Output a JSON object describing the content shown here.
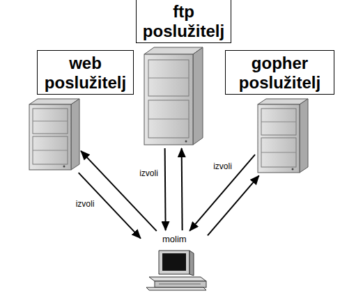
{
  "diagram": {
    "nodes": [
      {
        "text": [
          "web poslužitelj"
        ]
      },
      {
        "text": [
          "ftp poslužitelj"
        ]
      },
      {
        "text": [
          "gopher poslužitelj"
        ]
      },
      {
        "text": [
          "molim"
        ]
      }
    ],
    "edges": [
      {
        "from": 3,
        "to": 0,
        "arrow": "to"
      },
      {
        "from": 0,
        "to": 3,
        "label": "izvoli",
        "arrow": "to"
      },
      {
        "from": 3,
        "to": 1,
        "arrow": "to"
      },
      {
        "from": 1,
        "to": 3,
        "label": "izvoli",
        "arrow": "to"
      },
      {
        "from": 3,
        "to": 2,
        "arrow": "to"
      },
      {
        "from": 2,
        "to": 3,
        "label": "izvoli",
        "arrow": "to"
      }
    ]
  }
}
